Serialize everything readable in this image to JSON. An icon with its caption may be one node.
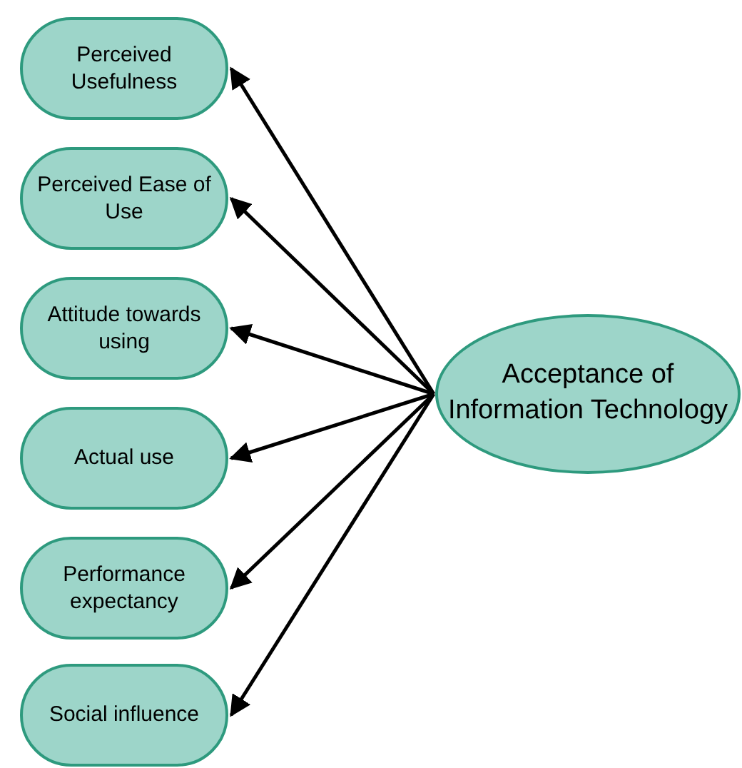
{
  "diagram": {
    "nodes": [
      {
        "text": [
          "Perceived Usefulness"
        ]
      },
      {
        "text": [
          "Perceived Ease of Use"
        ]
      },
      {
        "text": [
          "Attitude towards using"
        ]
      },
      {
        "text": [
          "Actual use"
        ]
      },
      {
        "text": [
          "Performance expectancy"
        ]
      },
      {
        "text": [
          "Social influence"
        ]
      },
      {
        "text": [
          "Acceptance of Information Technology"
        ]
      }
    ],
    "edges": [
      {
        "from": 6,
        "to": 0,
        "arrow": "to"
      },
      {
        "from": 6,
        "to": 1,
        "arrow": "to"
      },
      {
        "from": 6,
        "to": 2,
        "arrow": "to"
      },
      {
        "from": 6,
        "to": 3,
        "arrow": "to"
      },
      {
        "from": 6,
        "to": 4,
        "arrow": "to"
      },
      {
        "from": 6,
        "to": 5,
        "arrow": "to"
      }
    ]
  }
}
